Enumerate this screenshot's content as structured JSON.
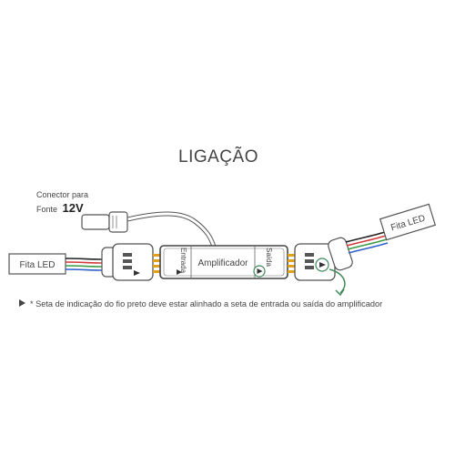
{
  "title": "LIGAÇÃO",
  "power_connector": {
    "label_line1": "Conector para",
    "label_line2_prefix": "Fonte",
    "label_line2_voltage": "12V"
  },
  "left_strip": {
    "label": "Fita LED"
  },
  "right_strip": {
    "label": "Fita LED"
  },
  "amplifier": {
    "label": "Amplificador",
    "input_label": "Entrada",
    "output_label": "Saída"
  },
  "note": {
    "arrow_icon": "play-triangle-icon",
    "text": "* Seta de indicação do fio preto deve estar alinhado a seta de entrada ou saída do amplificador"
  },
  "colors": {
    "text": "#444444",
    "outline": "#555555",
    "wire_black": "#222222",
    "wire_red": "#d23a3a",
    "wire_green": "#3a9a46",
    "wire_blue": "#2f5fcc",
    "pin_gold": "#e0a21a",
    "highlight_green": "#3f8a5a"
  }
}
